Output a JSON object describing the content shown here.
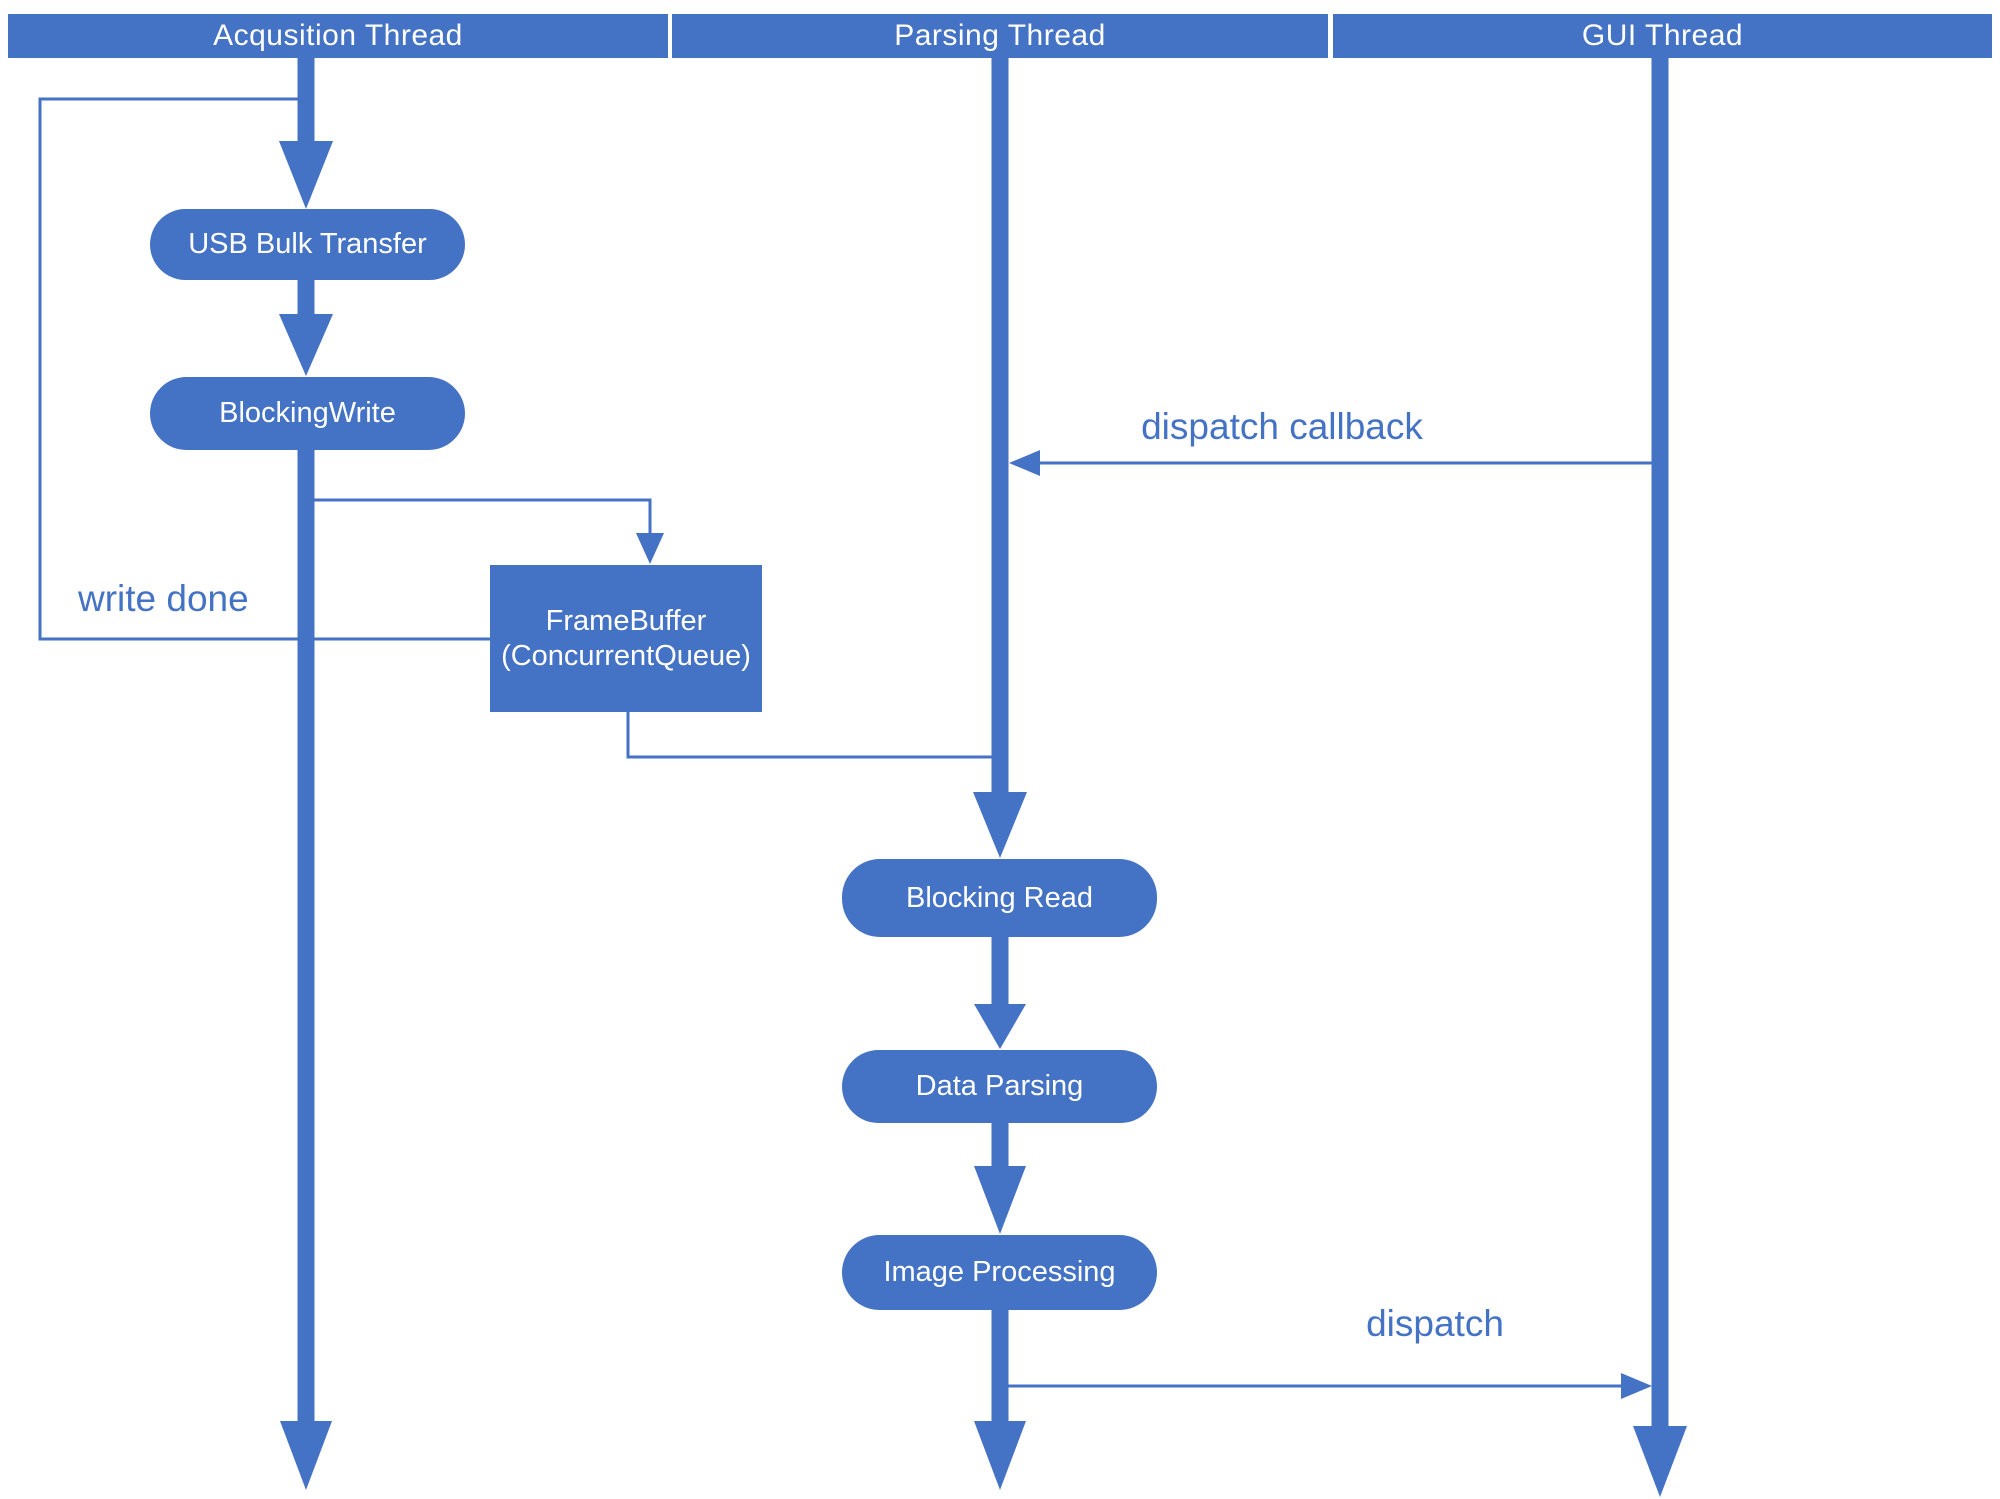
{
  "diagram": {
    "accent_color": "#4472C4",
    "lanes": [
      {
        "label": "Acqusition Thread"
      },
      {
        "label": "Parsing Thread"
      },
      {
        "label": "GUI Thread"
      }
    ],
    "nodes": {
      "usb_bulk_transfer": {
        "label": "USB Bulk Transfer"
      },
      "blocking_write": {
        "label": "BlockingWrite"
      },
      "frame_buffer": {
        "label_line1": "FrameBuffer",
        "label_line2": "(ConcurrentQueue)"
      },
      "blocking_read": {
        "label": "Blocking Read"
      },
      "data_parsing": {
        "label": "Data Parsing"
      },
      "image_processing": {
        "label": "Image Processing"
      }
    },
    "edge_labels": {
      "write_done": "write done",
      "dispatch_callback": "dispatch callback",
      "dispatch": "dispatch"
    }
  }
}
